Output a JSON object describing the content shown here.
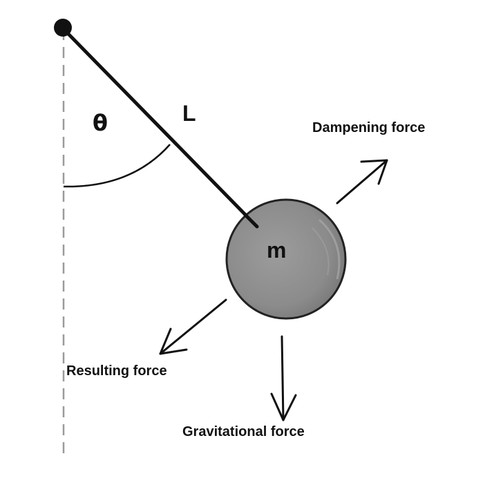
{
  "labels": {
    "angle": "θ",
    "length": "L",
    "mass": "m",
    "dampening_force": "Dampening force",
    "resulting_force": "Resulting force",
    "gravitational_force": "Gravitational force"
  },
  "colors": {
    "ink": "#111111",
    "bob_fill": "#8e8e8e",
    "bob_outline": "#222222",
    "vertical_dash": "#9a9a9a"
  }
}
